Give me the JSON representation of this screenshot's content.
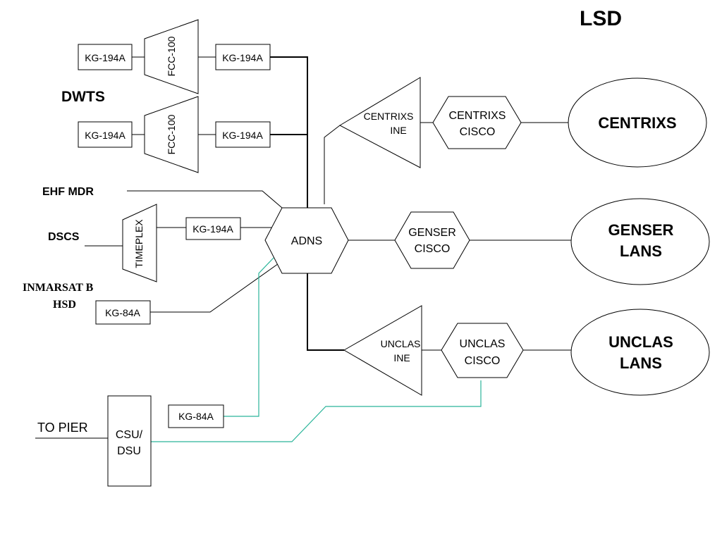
{
  "title": "LSD",
  "labels": {
    "dwts": "DWTS",
    "ehf_mdr": "EHF MDR",
    "dscs": "DSCS",
    "inmarsat_line1": "INMARSAT B",
    "inmarsat_line2": "HSD",
    "to_pier": "TO PIER"
  },
  "devices": {
    "kg194a_1": "KG-194A",
    "kg194a_2": "KG-194A",
    "kg194a_3": "KG-194A",
    "kg194a_4": "KG-194A",
    "kg194a_5": "KG-194A",
    "kg84a_1": "KG-84A",
    "kg84a_2": "KG-84A",
    "fcc100_1": "FCC-100",
    "fcc100_2": "FCC-100",
    "timeplex": "TIMEPLEX",
    "adns": "ADNS",
    "csu_line1": "CSU/",
    "csu_line2": "DSU",
    "centrixs_ine_line1": "CENTRIXS",
    "centrixs_ine_line2": "INE",
    "centrixs_cisco_line1": "CENTRIXS",
    "centrixs_cisco_line2": "CISCO",
    "genser_cisco_line1": "GENSER",
    "genser_cisco_line2": "CISCO",
    "unclas_ine_line1": "UNCLAS",
    "unclas_ine_line2": "INE",
    "unclas_cisco_line1": "UNCLAS",
    "unclas_cisco_line2": "CISCO"
  },
  "networks": {
    "centrixs": "CENTRIXS",
    "genser_line1": "GENSER",
    "genser_line2": "LANS",
    "unclas_line1": "UNCLAS",
    "unclas_line2": "LANS"
  }
}
